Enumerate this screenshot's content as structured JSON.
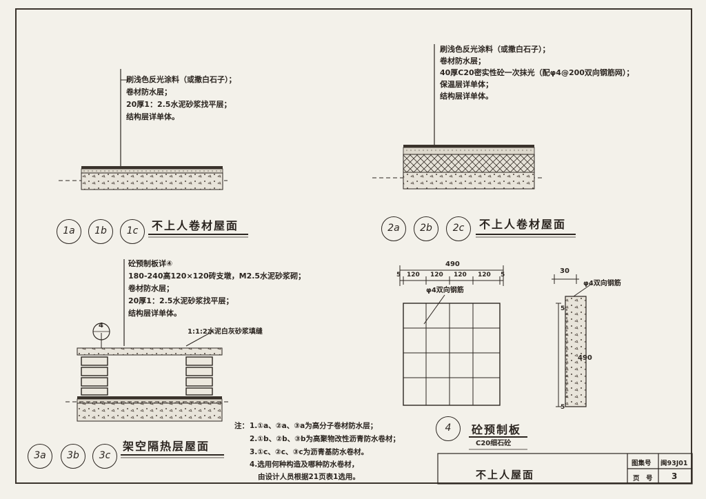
{
  "detail1": {
    "notes": [
      "刷浅色反光涂料（或撒白石子）；",
      "卷材防水层；",
      "20厚1：2.5水泥砂浆找平层；",
      "结构层详单体。"
    ],
    "title": "不上人卷材屋面",
    "markers": [
      "1a",
      "1b",
      "1c"
    ]
  },
  "detail2": {
    "notes": [
      "刷浅色反光涂料（或撒白石子）；",
      "卷材防水层；",
      "40厚C20密实性砼一次抹光（配φ4@200双向钢筋网）；",
      "保温层详单体；",
      "结构层详单体。"
    ],
    "title": "不上人卷材屋面",
    "markers": [
      "2a",
      "2b",
      "2c"
    ]
  },
  "detail3": {
    "notes": [
      "砼预制板详④",
      "180-240高120×120砖支墩，M2.5水泥砂浆砌；",
      "卷材防水层；",
      "20厚1：2.5水泥砂浆找平层；",
      "结构层详单体。"
    ],
    "mortar_note": "1:1:2水泥白灰砂浆填缝",
    "ref_marker": "4",
    "title": "架空隔热层屋面",
    "markers": [
      "3a",
      "3b",
      "3c"
    ]
  },
  "detail4": {
    "dim_total": "490",
    "dim_parts": [
      "5",
      "120",
      "120",
      "120",
      "120",
      "5"
    ],
    "rebar_note": "φ4双向钢筋",
    "side_thickness": "30",
    "side_rebar": "φ4双向钢筋",
    "side_height": "490",
    "side_dims": [
      "5",
      "5"
    ],
    "marker": "4",
    "title": "砼预制板",
    "subtitle": "C20细石砼"
  },
  "footnotes": {
    "label": "注：",
    "items": [
      "1.①a、②a、③a为高分子卷材防水层；",
      "2.①b、②b、③b为高聚物改性沥青防水卷材；",
      "3.①c、②c、③c为沥青基防水卷材。",
      "4.选用何种构造及哪种防水卷材，",
      "由设计人员根据21页表1选用。"
    ]
  },
  "title_block": {
    "drawing_title": "不上人屋面",
    "atlas_label": "图集号",
    "atlas_value": "闽93J01",
    "page_label": "页　号",
    "page_value": "3"
  }
}
